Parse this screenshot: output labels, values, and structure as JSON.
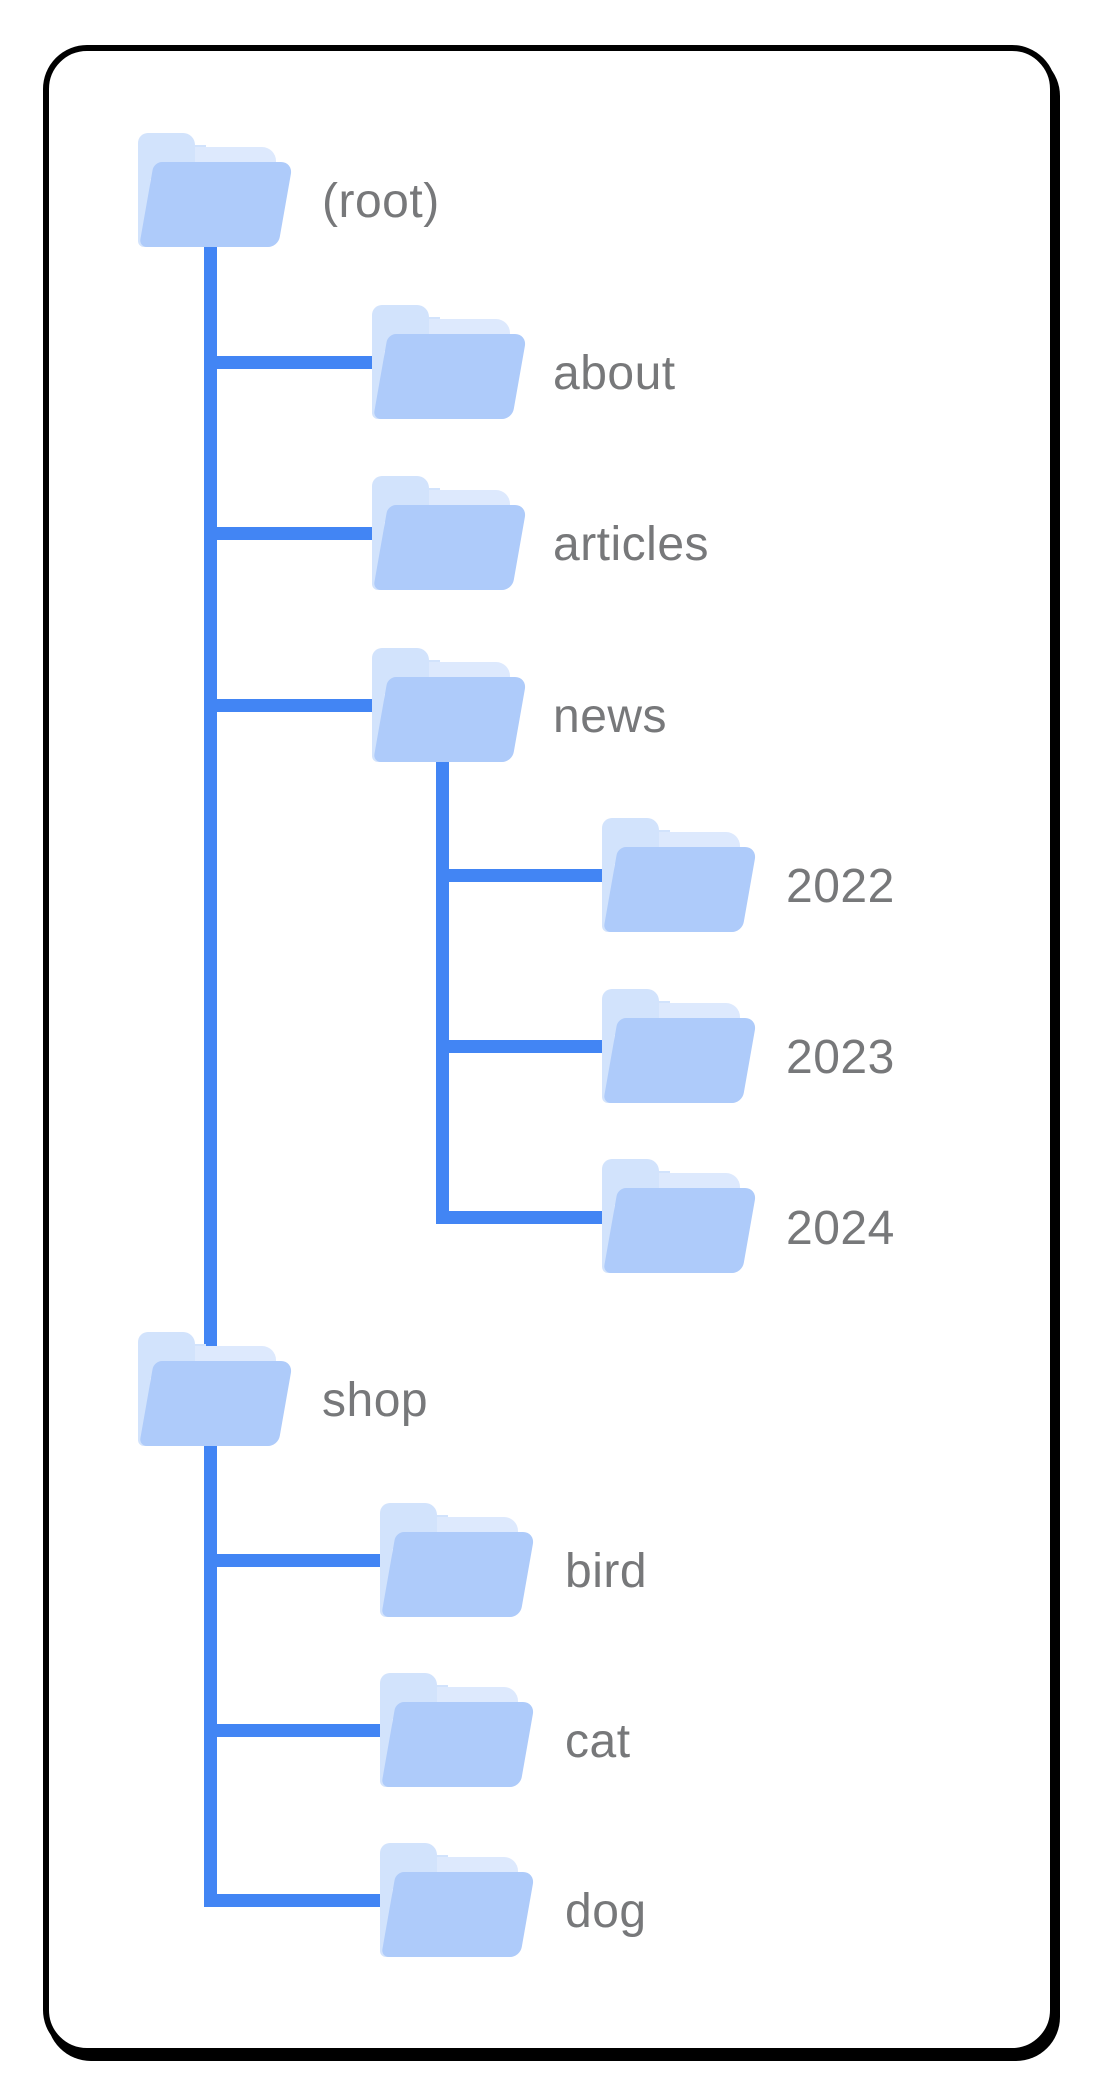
{
  "diagram": {
    "type": "site-structure-tree",
    "colors": {
      "connector_blue": "#4285f4",
      "folder_front": "#aecbfa",
      "folder_tab": "#d2e3fc",
      "folder_paper": "#dde9fd",
      "label_gray": "#77787a",
      "card_border": "#000000",
      "card_background": "#ffffff"
    },
    "tree": {
      "label": "(root)",
      "children": [
        {
          "label": "about",
          "children": []
        },
        {
          "label": "articles",
          "children": []
        },
        {
          "label": "news",
          "children": [
            {
              "label": "2022"
            },
            {
              "label": "2023"
            },
            {
              "label": "2024"
            }
          ]
        },
        {
          "label": "shop",
          "children": [
            {
              "label": "bird"
            },
            {
              "label": "cat"
            },
            {
              "label": "dog"
            }
          ]
        }
      ]
    }
  }
}
